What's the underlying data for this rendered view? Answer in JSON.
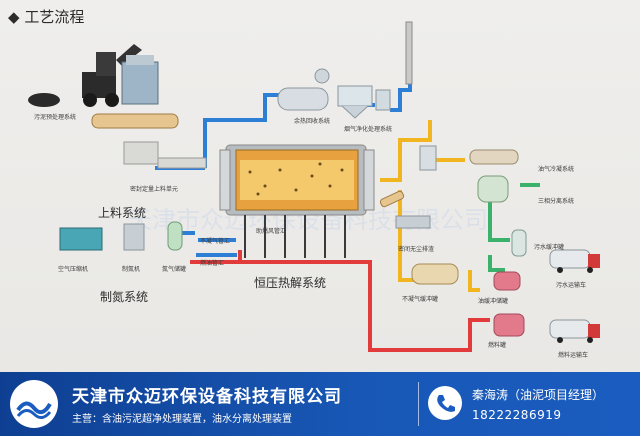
{
  "header": {
    "bullet": "◆",
    "title": "工艺流程"
  },
  "labels": {
    "sludge_pretreatment": "污泥预处理系统",
    "waste_heat": "余热回收系统",
    "flue_gas": "烟气净化处理系统",
    "sealed_feed": "密封定量上料单元",
    "feed_system": "上料系统",
    "nitrogen_pipe": "不凝气管汇",
    "fuel_pipe": "燃油管汇",
    "gas_pipe": "助燃风管汇",
    "air_compressor": "空气压缩机",
    "nitrogen_machine": "制氮机",
    "nitrogen_tank": "氮气储罐",
    "nitrogen_system": "制氮系统",
    "pyrolysis_system": "恒压热解系统",
    "oil_condense": "油气冷凝系统",
    "three_phase": "三相分离系统",
    "sealed_slag": "密闭无尘排渣",
    "noncondensable_buffer": "不凝气缓冲罐",
    "sewage_buffer": "污水缓冲罐",
    "sewage_truck": "污水运输车",
    "oil_buffer": "油缓冲储罐",
    "fuel_tank": "燃料罐",
    "fuel_truck": "燃料运输车"
  },
  "watermark": "天津市众迈环保设备科技有限公司",
  "footer": {
    "company": "天津市众迈环保设备科技有限公司",
    "business": "主营：含油污泥超净处理装置，油水分离处理装置",
    "contact_name": "秦海涛（油泥项目经理）",
    "contact_phone": "18222286919"
  },
  "colors": {
    "footer_bg": "#1857b5",
    "pipe_blue": "#2d7fd6",
    "pipe_red": "#e23b3b",
    "pipe_yellow": "#f1b520",
    "pipe_green": "#3ab26c"
  }
}
